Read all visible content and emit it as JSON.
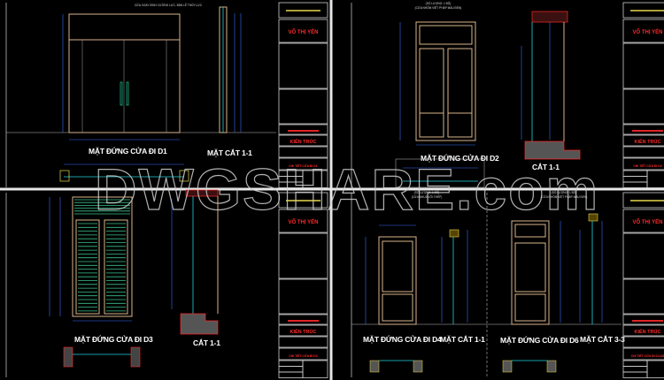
{
  "watermark": "DWGSHARE.com",
  "colors": {
    "background": "#000000",
    "frame": "#d9b48a",
    "dimension": "#3a6dff",
    "accent_red": "#ff2a2a",
    "annotation_yellow": "#e8d84a",
    "glass_green": "#1fd3e0"
  },
  "sheets": [
    {
      "note": "CỬA XOAY KÍNH CƯỜNG LỰC, BẢN LỀ THỦY LỰC",
      "elevation_title": "MẶT ĐỨNG CỬA ĐI D1",
      "section_title": "MẶT CẮT 1-1",
      "designer": "VÕ THỊ YẾN",
      "category": "KIẾN TRÚC",
      "drawing_name": "CHI TIẾT CỬA ĐI D1"
    },
    {
      "note": "(SỐ LƯỢNG: 1 BỘ)",
      "note2": "(CỬA NHÔM VIỆT PHÁP MÀU ĐEN)",
      "elevation_title": "MẶT ĐỨNG CỬA ĐI D2",
      "section_title": "CẮT 1-1",
      "designer": "VÕ THỊ YẾN",
      "category": "KIẾN TRÚC",
      "drawing_name": "CHI TIẾT CỬA ĐI D2"
    },
    {
      "elevation_title": "MẶT ĐỨNG CỬA ĐI D3",
      "section_title": "CẮT 1-1",
      "designer": "VÕ THỊ YẾN",
      "category": "KIẾN TRÚC",
      "drawing_name": "CHI TIẾT CỬA ĐI D3"
    },
    {
      "note": "(SỐ LƯỢNG: 1 BỘ)",
      "note2": "(CỬA NHỰA LÕI THÉP)",
      "note3": "(SỐ LƯỢNG: 1 BỘ)",
      "note4": "(CỬA NHÔM VIỆT PHÁP MÀU ĐEN)",
      "elevation_title": "MẶT ĐỨNG CỬA ĐI D4",
      "section_title": "MẶT CẮT 1-1",
      "elevation_title2": "MẶT ĐỨNG CỬA ĐI D6",
      "section_title2": "MẶT CẮT 3-3",
      "designer": "VÕ THỊ YẾN",
      "category": "KIẾN TRÚC",
      "drawing_name": "CHI TIẾT CỬA ĐI D4-D6"
    }
  ]
}
